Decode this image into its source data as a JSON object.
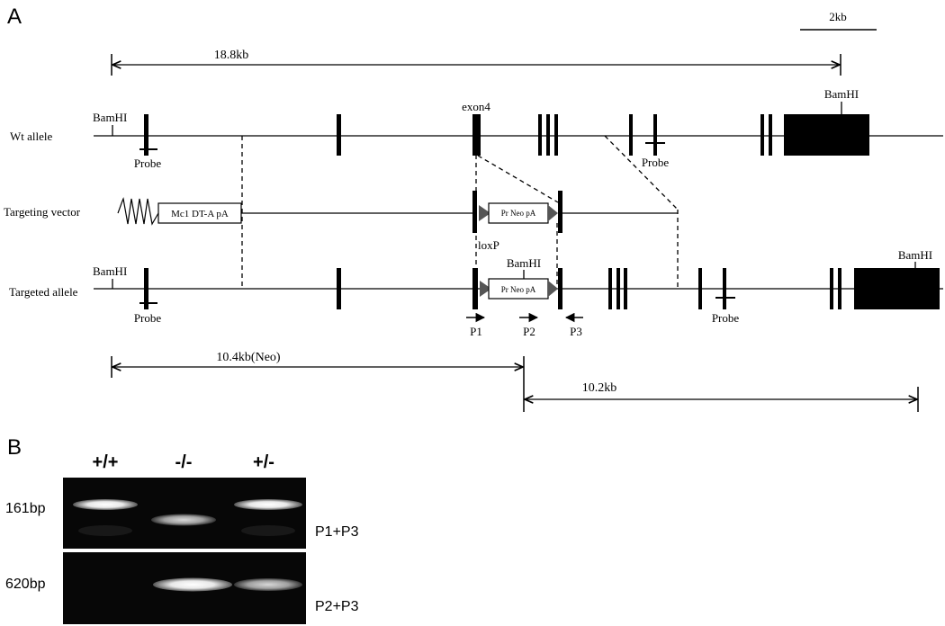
{
  "panel_a": {
    "label": "A",
    "scale_bar": "2kb",
    "span_top": "18.8kb",
    "rows": {
      "wt": "Wt allele",
      "vector": "Targeting vector",
      "targeted": "Targeted allele"
    },
    "bamhi": "BamHI",
    "probe": "Probe",
    "exon4": "exon4",
    "loxp": "loxP",
    "cassette_dta": "Mc1 DT-A pA",
    "cassette_neo": "Pr Neo pA",
    "primers": [
      "P1",
      "P2",
      "P3"
    ],
    "span_neo": "10.4kb(Neo)",
    "span_right": "10.2kb"
  },
  "panel_b": {
    "label": "B",
    "genotypes": [
      "+/+",
      "-/-",
      "+/-"
    ],
    "sizes": [
      "161bp",
      "620bp"
    ],
    "pairs": [
      "P1+P3",
      "P2+P3"
    ]
  }
}
